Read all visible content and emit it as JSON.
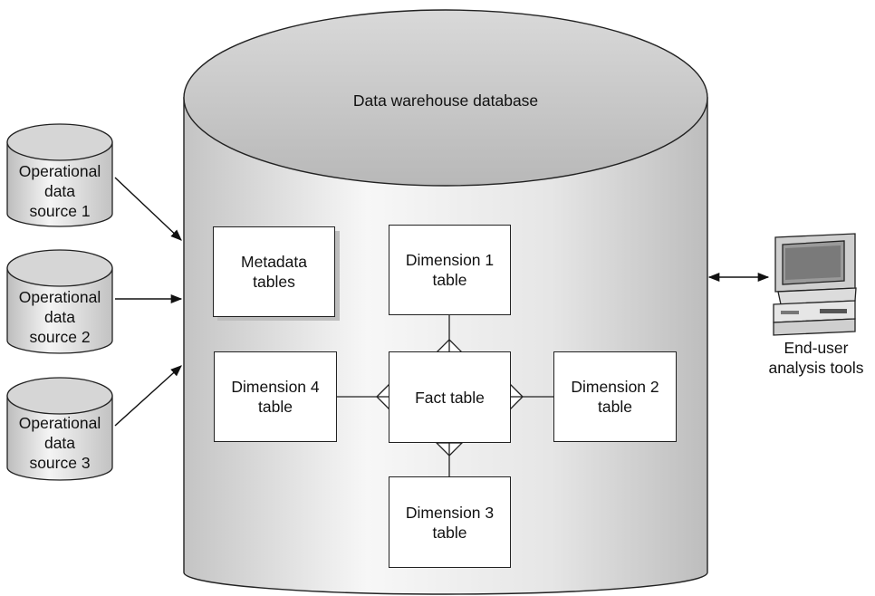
{
  "warehouse": {
    "title": "Data warehouse database"
  },
  "sources": [
    {
      "line1": "Operational",
      "line2": "data",
      "line3": "source 1"
    },
    {
      "line1": "Operational",
      "line2": "data",
      "line3": "source 2"
    },
    {
      "line1": "Operational",
      "line2": "data",
      "line3": "source 3"
    }
  ],
  "tables": {
    "metadata": {
      "line1": "Metadata",
      "line2": "tables"
    },
    "dimension1": {
      "line1": "Dimension 1",
      "line2": "table"
    },
    "dimension2": {
      "line1": "Dimension 2",
      "line2": "table"
    },
    "dimension3": {
      "line1": "Dimension 3",
      "line2": "table"
    },
    "dimension4": {
      "line1": "Dimension 4",
      "line2": "table"
    },
    "fact": {
      "label": "Fact table"
    }
  },
  "enduser": {
    "line1": "End-user",
    "line2": "analysis tools"
  },
  "colors": {
    "cylinder_fill_light": "#f2f2f2",
    "cylinder_fill_dark": "#c9c9c9",
    "stroke": "#222222"
  }
}
